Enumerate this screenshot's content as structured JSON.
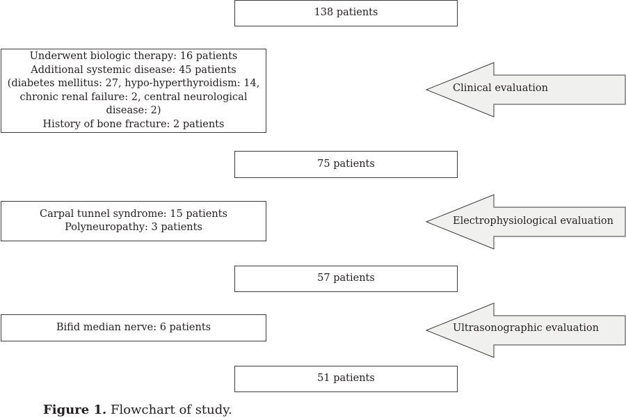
{
  "flowchart": {
    "patient_counts": [
      "138 patients",
      "75 patients",
      "57 patients",
      "51 patients"
    ],
    "exclusions": [
      {
        "lines": [
          "Underwent biologic therapy: 16 patients",
          "Additional systemic disease: 45 patients",
          "(diabetes mellitus: 27, hypo-hyperthyroidism: 14,",
          "chronic renal failure: 2, central neurological disease: 2)",
          "History of bone fracture: 2 patients"
        ]
      },
      {
        "lines": [
          "Carpal tunnel syndrome: 15 patients",
          "Polyneuropathy: 3 patients"
        ]
      },
      {
        "lines": [
          "Bifid median nerve: 6 patients"
        ]
      }
    ],
    "evaluations": [
      "Clinical evaluation",
      "Electrophysiological evaluation",
      "Ultrasonographic evaluation"
    ]
  },
  "caption": {
    "label": "Figure 1.",
    "text": " Flowchart of study."
  },
  "colors": {
    "arrow_fill": "#f0f1ef",
    "stroke": "#3d3a3b"
  }
}
